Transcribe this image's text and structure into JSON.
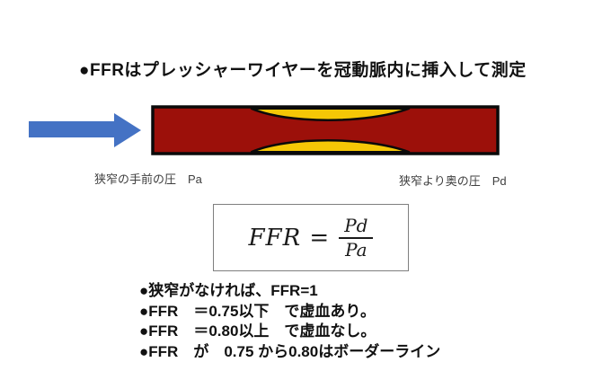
{
  "title": "●FFRはプレッシャーワイヤーを冠動脈内に挿入して測定",
  "diagram": {
    "arrow_color": "#4472c4",
    "vessel_color": "#9c100a",
    "plaque_color": "#f5c706",
    "outline_color": "#0a0a0a",
    "label_left": "狭窄の手前の圧　Pa",
    "label_right": "狭窄より奥の圧　Pd"
  },
  "formula": {
    "lhs": "FFR =",
    "numerator": "Pd",
    "denominator": "Pa"
  },
  "bullets": [
    "●狭窄がなければ、FFR=1",
    "●FFR　＝0.75以下　で虚血あり。",
    "●FFR　＝0.80以上　で虚血なし。",
    "●FFR　が　0.75 から0.80はボーダーライン"
  ]
}
